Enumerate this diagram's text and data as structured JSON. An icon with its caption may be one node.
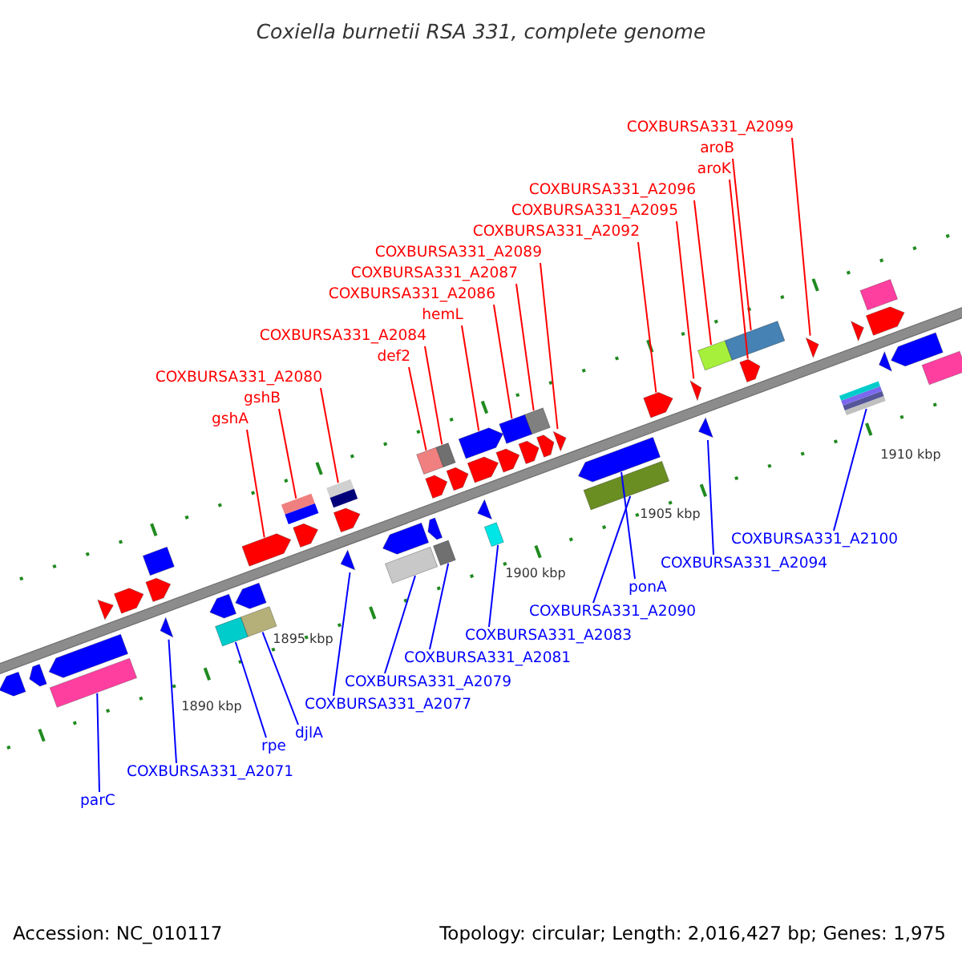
{
  "diagram": {
    "title": "Coxiella burnetii RSA 331, complete genome",
    "nodes": [
      {
        "text": [
          "COXBURSA331_A2096"
        ]
      },
      {
        "text": [
          "COXBURSA331_A2099"
        ]
      },
      {
        "text": [
          "COXBURSA331_A2095"
        ]
      },
      {
        "text": [
          "aroK"
        ]
      },
      {
        "text": [
          "aroB"
        ]
      },
      {
        "text": [
          "COXBURSA331_A2087"
        ]
      },
      {
        "text": [
          "COXBURSA331_A2086"
        ]
      },
      {
        "text": [
          "hemL"
        ]
      },
      {
        "text": [
          "COXBURSA331_A2092"
        ]
      },
      {
        "text": [
          "COXBURSA331_A2089"
        ]
      },
      {
        "text": [
          "COXBURSA331_A2084"
        ]
      },
      {
        "text": [
          "def2"
        ]
      },
      {
        "text": [
          "COXBURSA331_A2080"
        ]
      },
      {
        "text": [
          "gshB"
        ]
      },
      {
        "text": [
          "gshA"
        ]
      },
      {
        "text": [
          "COXBURSA331_A2100"
        ]
      },
      {
        "text": [
          "COXBURSA331_A2094"
        ]
      },
      {
        "text": [
          "ponA"
        ]
      },
      {
        "text": [
          "COXBURSA331_A2090"
        ]
      },
      {
        "text": [
          "COXBURSA331_A2083"
        ]
      },
      {
        "text": [
          "COXBURSA331_A2081"
        ]
      },
      {
        "text": [
          "COXBURSA331_A2079"
        ]
      },
      {
        "text": [
          "COXBURSA331_A2077"
        ]
      },
      {
        "text": [
          "djlA"
        ]
      },
      {
        "text": [
          "rpe"
        ]
      },
      {
        "text": [
          "COXBURSA331_A2071"
        ]
      },
      {
        "text": [
          "parC"
        ]
      },
      {
        "text": [],
        "shape": "box"
      },
      {
        "text": [],
        "shape": "triangle"
      },
      {
        "text": [],
        "shape": "box"
      },
      {
        "text": [],
        "shape": "box"
      },
      {
        "text": [],
        "shape": "arrow"
      },
      {
        "text": [],
        "shape": "box"
      },
      {
        "text": [],
        "shape": "triangle"
      },
      {
        "text": [],
        "shape": "box"
      },
      {
        "text": [],
        "shape": "box"
      },
      {
        "text": [],
        "shape": "box"
      },
      {
        "text": [],
        "shape": "box"
      },
      {
        "text": [],
        "shape": "box"
      },
      {
        "text": [],
        "shape": "box"
      },
      {
        "text": [],
        "shape": "arrow"
      },
      {
        "text": [],
        "shape": "box"
      },
      {
        "text": [],
        "shape": "box"
      },
      {
        "text": [],
        "shape": "triangle"
      },
      {
        "text": [],
        "shape": "box"
      },
      {
        "text": [],
        "shape": "arrow"
      },
      {
        "text": [],
        "shape": "arrow"
      },
      {
        "text": [],
        "shape": "triangle"
      },
      {
        "text": [],
        "shape": "triangle"
      },
      {
        "text": [],
        "shape": "box"
      },
      {
        "text": [],
        "shape": "arrow"
      },
      {
        "text": [],
        "shape": "box"
      },
      {
        "text": [],
        "shape": "triangle"
      },
      {
        "text": [],
        "shape": "box"
      },
      {
        "text": [],
        "shape": "arrow"
      },
      {
        "text": [],
        "shape": "arrow"
      },
      {
        "text": [],
        "shape": "arrow"
      },
      {
        "text": [],
        "shape": "triangle"
      },
      {
        "text": [],
        "shape": "arrow"
      },
      {
        "text": [],
        "shape": "arrow"
      },
      {
        "text": [],
        "shape": "box"
      },
      {
        "text": [],
        "shape": "arrow"
      },
      {
        "text": [],
        "shape": "arrow"
      },
      {
        "text": [],
        "shape": "arrow"
      },
      {
        "text": [],
        "shape": "arrow"
      },
      {
        "text": [],
        "shape": "arrow"
      },
      {
        "text": [],
        "shape": "arrow"
      },
      {
        "text": [],
        "shape": "arrow"
      },
      {
        "text": [],
        "shape": "arrow"
      },
      {
        "text": [],
        "shape": "triangle"
      },
      {
        "text": [],
        "shape": "arrow"
      },
      {
        "text": [],
        "shape": "arrow"
      },
      {
        "text": [],
        "shape": "arrow"
      },
      {
        "text": [],
        "shape": "arrow"
      },
      {
        "text": [],
        "shape": "triangle"
      },
      {
        "text": [],
        "shape": "triangle"
      },
      {
        "text": [],
        "shape": "arrow"
      },
      {
        "text": [],
        "shape": "box"
      },
      {
        "text": [],
        "shape": "arrow"
      },
      {
        "text": [],
        "shape": "box"
      }
    ],
    "edges": [
      {
        "from": 0,
        "to": 49,
        "arrow": "none",
        "color": "#ff0000"
      },
      {
        "from": 1,
        "to": 52,
        "arrow": "none",
        "color": "#ff0000"
      },
      {
        "from": 2,
        "to": 48,
        "arrow": "none",
        "color": "#ff0000"
      },
      {
        "from": 3,
        "to": 50,
        "arrow": "none",
        "color": "#ff0000"
      },
      {
        "from": 4,
        "to": 51,
        "arrow": "none",
        "color": "#ff0000"
      },
      {
        "from": 5,
        "to": 42,
        "arrow": "none",
        "color": "#ff0000"
      },
      {
        "from": 6,
        "to": 41,
        "arrow": "none",
        "color": "#ff0000"
      },
      {
        "from": 7,
        "to": 40,
        "arrow": "none",
        "color": "#ff0000"
      },
      {
        "from": 8,
        "to": 46,
        "arrow": "none",
        "color": "#ff0000"
      },
      {
        "from": 9,
        "to": 43,
        "arrow": "none",
        "color": "#ff0000"
      },
      {
        "from": 10,
        "to": 38,
        "arrow": "none",
        "color": "#ff0000"
      },
      {
        "from": 11,
        "to": 37,
        "arrow": "none",
        "color": "#ff0000"
      },
      {
        "from": 12,
        "to": 34,
        "arrow": "none",
        "color": "#ff0000"
      },
      {
        "from": 13,
        "to": 32,
        "arrow": "none",
        "color": "#ff0000"
      },
      {
        "from": 14,
        "to": 31,
        "arrow": "none",
        "color": "#ff0000"
      },
      {
        "from": 15,
        "to": 53,
        "arrow": "none",
        "color": "#0000ff"
      },
      {
        "from": 16,
        "to": 47,
        "arrow": "none",
        "color": "#0000ff"
      },
      {
        "from": 17,
        "to": 45,
        "arrow": "none",
        "color": "#0000ff"
      },
      {
        "from": 18,
        "to": 44,
        "arrow": "none",
        "color": "#0000ff"
      },
      {
        "from": 19,
        "to": 39,
        "arrow": "none",
        "color": "#0000ff"
      },
      {
        "from": 20,
        "to": 36,
        "arrow": "none",
        "color": "#0000ff"
      },
      {
        "from": 21,
        "to": 35,
        "arrow": "none",
        "color": "#0000ff"
      },
      {
        "from": 22,
        "to": 33,
        "arrow": "none",
        "color": "#0000ff"
      },
      {
        "from": 23,
        "to": 30,
        "arrow": "none",
        "color": "#0000ff"
      },
      {
        "from": 24,
        "to": 29,
        "arrow": "none",
        "color": "#0000ff"
      },
      {
        "from": 25,
        "to": 28,
        "arrow": "none",
        "color": "#0000ff"
      },
      {
        "from": 26,
        "to": 27,
        "arrow": "none",
        "color": "#0000ff"
      }
    ],
    "labels": [
      "1890 kbp",
      "1895 kbp",
      "1900 kbp",
      "1905 kbp",
      "1910 kbp",
      "Accession: NC_010117",
      "Topology: circular; Length: 2,016,427 bp; Genes: 1,975"
    ]
  }
}
